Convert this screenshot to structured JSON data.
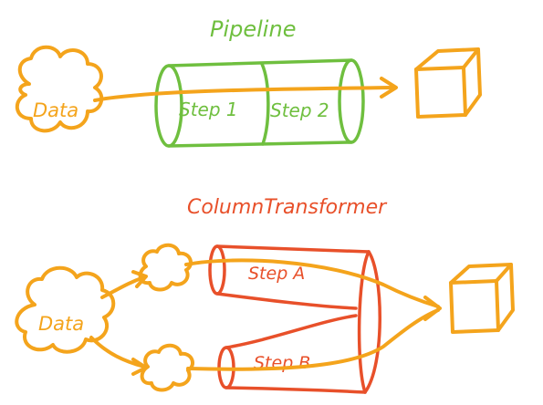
{
  "pipeline": {
    "title": "Pipeline",
    "input_label": "Data",
    "steps": [
      "Step 1",
      "Step 2"
    ],
    "output": "box-icon"
  },
  "column_transformer": {
    "title": "ColumnTransformer",
    "input_label": "Data",
    "steps": [
      "Step A",
      "Step B"
    ],
    "output": "box-icon"
  },
  "colors": {
    "pipeline": "#6fbf3f",
    "column_transformer": "#e8502a",
    "data_flow": "#f4a41c"
  }
}
